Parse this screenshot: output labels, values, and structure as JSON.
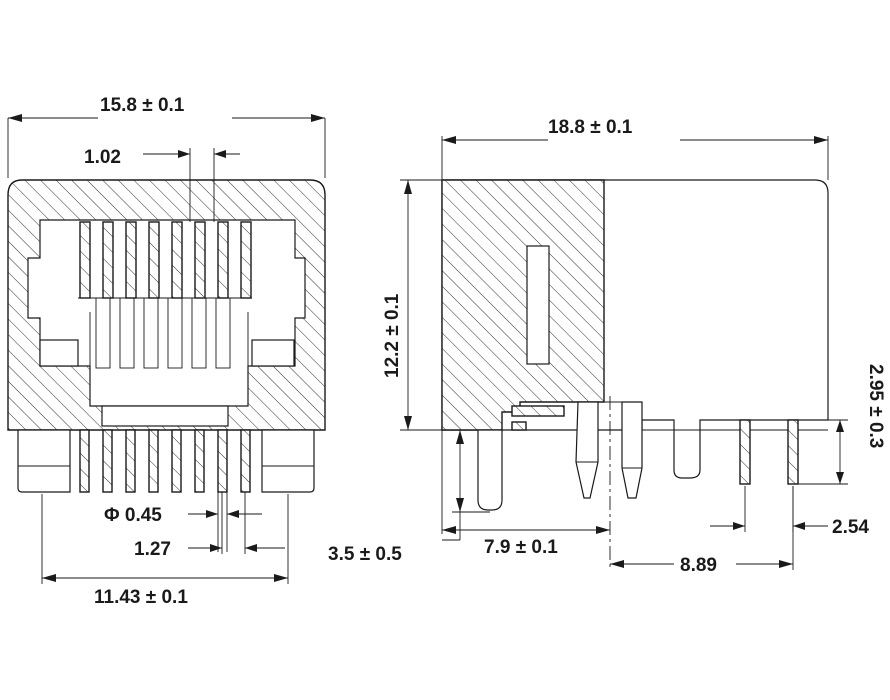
{
  "dimensions": {
    "front_width": "15.8  ±  0.1",
    "pin_width": "1.02",
    "pin_diameter": "Φ  0.45",
    "pin_pitch": "1.27",
    "post_spacing": "11.43  ±  0.1",
    "side_length": "18.8  ±  0.1",
    "height": "12.2  ±  0.1",
    "pin_length": "2.95  ±  0.3",
    "post_length": "3.5  ±  0.5",
    "post_offset": "7.9  ±  0.1",
    "pin_row_offset": "8.89",
    "pin_row_pitch": "2.54"
  },
  "colors": {
    "line": "#1a1a1a",
    "background": "#ffffff"
  }
}
